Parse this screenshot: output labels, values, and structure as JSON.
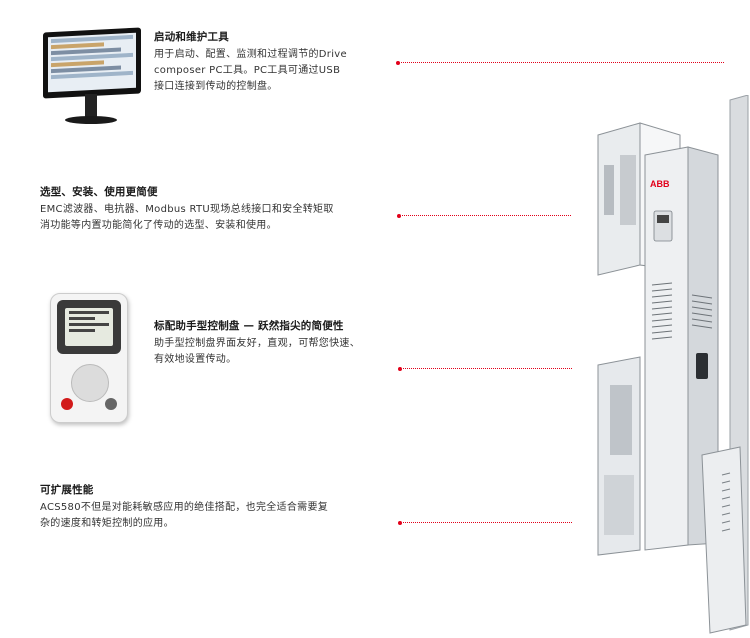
{
  "sections": [
    {
      "title": "启动和维护工具",
      "lines": [
        "用于启动、配置、监测和过程调节的Drive",
        "composer PC工具。PC工具可通过USB",
        "接口连接到传动的控制盘。"
      ]
    },
    {
      "title": "选型、安装、使用更简便",
      "lines": [
        "EMC滤波器、电抗器、Modbus RTU现场总线接口和安全转矩取",
        "消功能等内置功能简化了传动的选型、安装和使用。"
      ]
    },
    {
      "title": "标配助手型控制盘 — 跃然指尖的简便性",
      "lines": [
        "助手型控制盘界面友好，直观，可帮您快速、",
        "有效地设置传动。"
      ]
    },
    {
      "title": "可扩展性能",
      "lines": [
        "ACS580不但是对能耗敏感应用的绝佳搭配，也完全适合需要复",
        "杂的速度和转矩控制的应用。"
      ]
    }
  ],
  "brand_logo": "ABB",
  "colors": {
    "accent": "#e2001a",
    "text": "#1a1a1a"
  },
  "icons": [
    "pc-monitor-icon",
    "control-panel-icon",
    "drive-cabinet-icon"
  ]
}
